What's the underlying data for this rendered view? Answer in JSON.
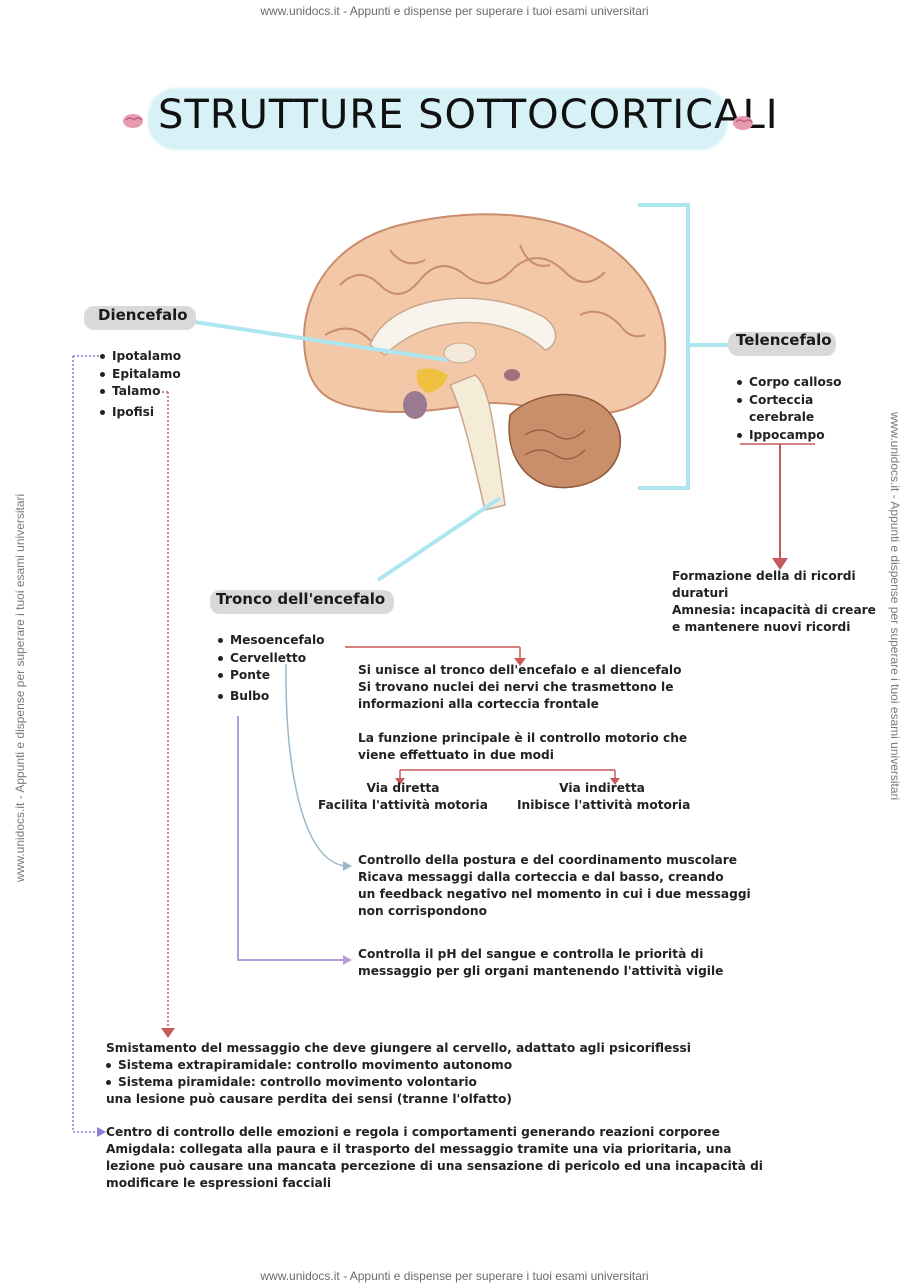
{
  "watermark": {
    "top": "www.unidocs.it - Appunti e dispense per superare i tuoi esami universitari",
    "bottom": "www.unidocs.it - Appunti e dispense per superare i tuoi esami universitari",
    "side": "www.unidocs.it - Appunti e dispense per superare i tuoi esami universitari"
  },
  "title": "STRUTTURE SOTTOCORTICALI",
  "diencefalo": {
    "label": "Diencefalo",
    "items": [
      "Ipotalamo",
      "Epitalamo",
      "Talamo",
      "Ipofisi"
    ]
  },
  "telencefalo": {
    "label": "Telencefalo",
    "items": [
      "Corpo calloso",
      "Corteccia",
      "cerebrale",
      "Ippocampo"
    ],
    "note": [
      "Formazione della di ricordi",
      "duraturi",
      "Amnesia: incapacità di creare",
      "e mantenere nuovi ricordi"
    ]
  },
  "tronco": {
    "label": "Tronco dell'encefalo",
    "items": [
      "Mesoencefalo",
      "Cervelletto",
      "Ponte",
      "Bulbo"
    ],
    "mesoencefalo_note": [
      "Si unisce al tronco dell'encefalo e al diencefalo",
      "Si trovano nuclei dei nervi che trasmettono le",
      "informazioni alla corteccia frontale"
    ],
    "funzione": [
      "La funzione principale è il controllo motorio che",
      "viene effettuato in due modi"
    ],
    "via_diretta": [
      "Via diretta",
      "Facilita l'attività motoria"
    ],
    "via_indiretta": [
      "Via indiretta",
      "Inibisce l'attività motoria"
    ],
    "cervelletto_note": [
      "Controllo della postura e del coordinamento muscolare",
      "Ricava messaggi dalla corteccia e dal basso, creando",
      "un feedback negativo nel momento in cui i due messaggi",
      "non corrispondono"
    ],
    "bulbo_note": [
      "Controlla il pH del sangue e controlla le priorità di",
      "messaggio per gli organi mantenendo l'attività vigile"
    ]
  },
  "talamo_note": {
    "lines": [
      "Smistamento del messaggio che deve giungere al cervello, adattato agli psicoriflessi",
      "Sistema extrapiramidale: controllo movimento autonomo",
      "Sistema piramidale: controllo movimento volontario",
      "una lesione può causare perdita dei sensi (tranne l'olfatto)"
    ]
  },
  "ipotalamo_note": {
    "lines": [
      "Centro di controllo delle emozioni e regola i comportamenti generando reazioni corporee",
      "Amigdala: collegata alla paura e il trasporto del messaggio tramite una via prioritaria, una",
      "lezione può causare una mancata percezione di una sensazione di pericolo ed una incapacità di",
      "modificare le espressioni facciali"
    ]
  },
  "colors": {
    "cyan": "#aee6f0",
    "red": "#c65a5a",
    "purple": "#b39ddb",
    "blue_gray": "#9bb7c9",
    "label_bg": "#d9d9d9"
  }
}
